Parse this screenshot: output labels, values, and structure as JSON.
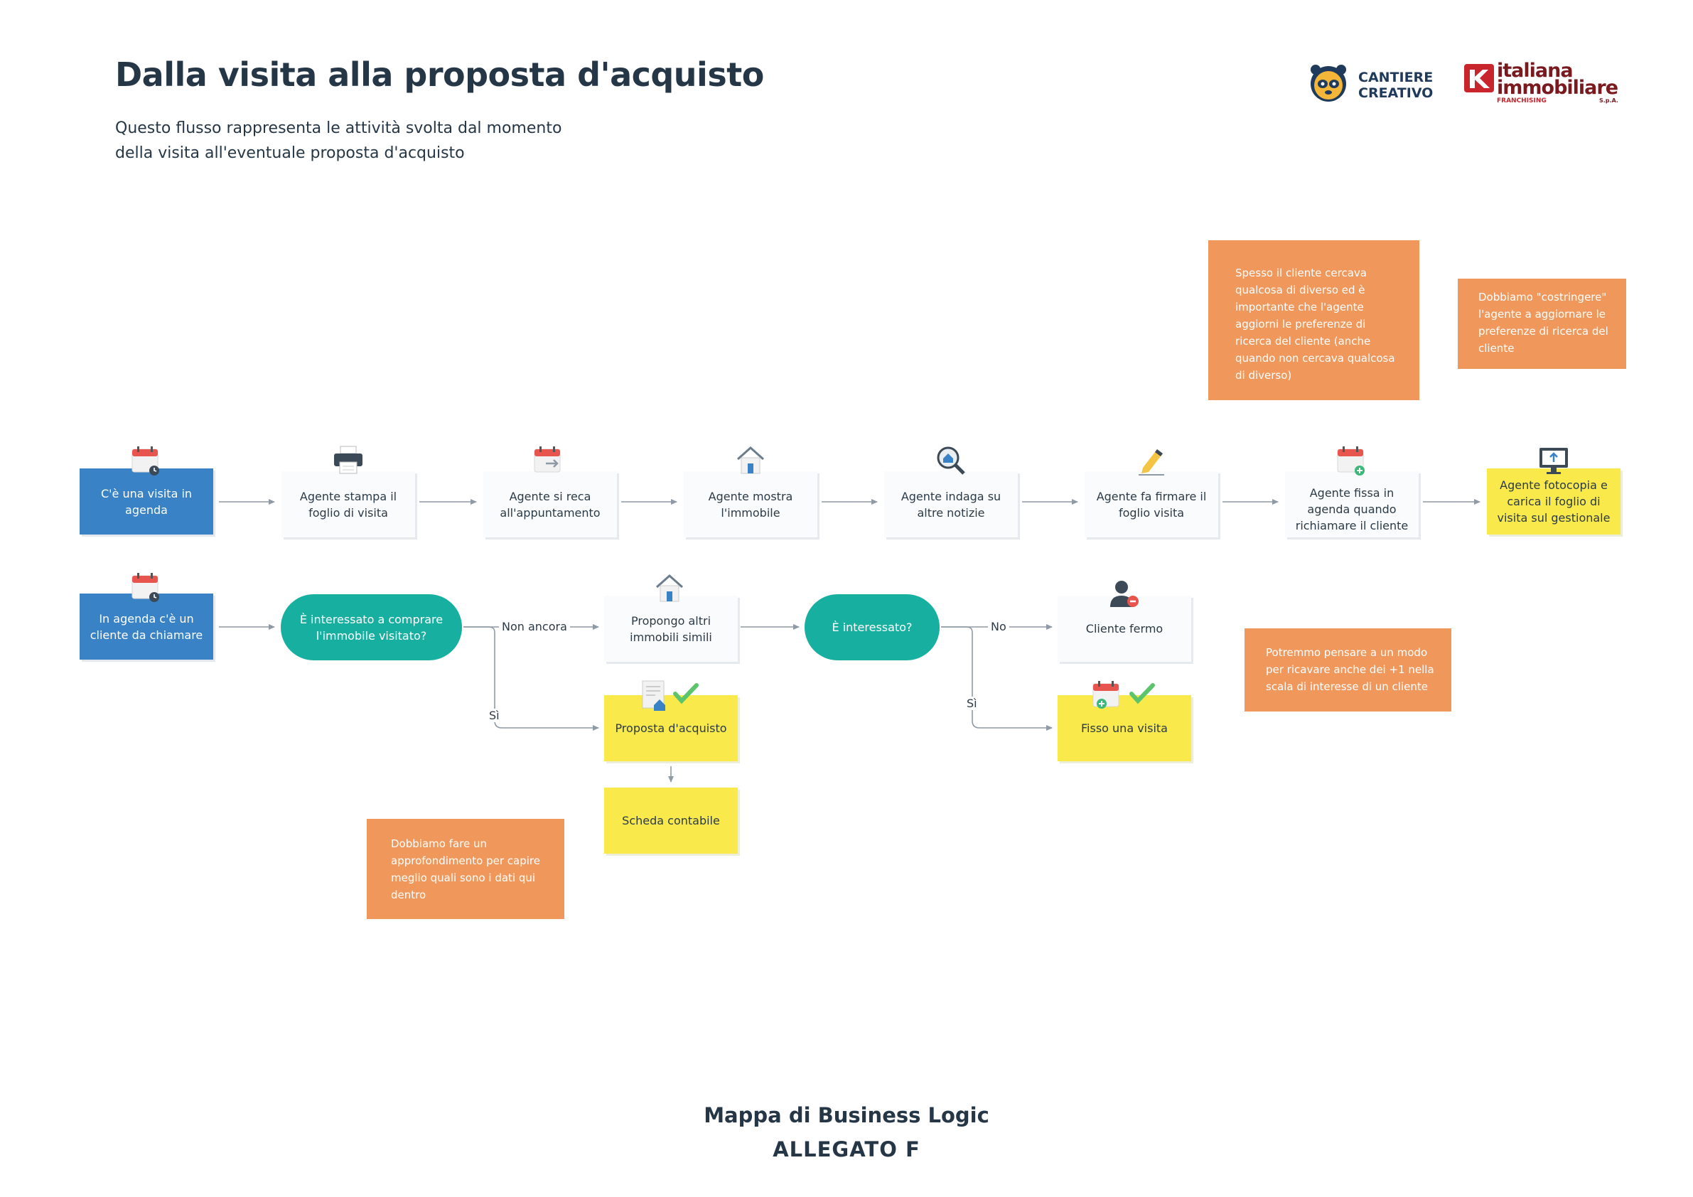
{
  "header": {
    "title": "Dalla visita alla proposta d'acquisto",
    "subtitle_line1": "Questo flusso rappresenta le attività svolta dal momento",
    "subtitle_line2": "della visita all'eventuale proposta d'acquisto"
  },
  "logos": {
    "cantiere_line1": "CANTIERE",
    "cantiere_line2": "CREATIVO",
    "italiana_line1": "italiana",
    "italiana_line2": "immobiliare",
    "italiana_line3": "FRANCHISING",
    "italiana_line4": "S.p.A."
  },
  "flow1": {
    "n1": "C'è una visita in agenda",
    "n2": "Agente stampa il foglio di visita",
    "n3": "Agente si reca all'appuntamento",
    "n4": "Agente mostra l'immobile",
    "n5": "Agente indaga su altre notizie",
    "n6": "Agente fa firmare il foglio visita",
    "n7": "Agente fissa in agenda quando richiamare il cliente",
    "n8": "Agente fotocopia e carica il foglio di visita sul gestionale"
  },
  "flow2": {
    "start": "In agenda c'è un cliente da chiamare",
    "decision1": "È interessato a comprare l'immobile visitato?",
    "label_non_ancora": "Non ancora",
    "label_si_1": "Sì",
    "propongo": "Propongo altri immobili simili",
    "proposta": "Proposta d'acquisto",
    "scheda": "Scheda contabile",
    "decision2": "È interessato?",
    "label_no": "No",
    "label_si_2": "Sì",
    "cliente_fermo": "Cliente fermo",
    "fisso_visita": "Fisso una visita"
  },
  "notes": {
    "note1": "Spesso il cliente cercava qualcosa di diverso ed è importante che l'agente aggiorni le preferenze di ricerca del cliente (anche quando non cercava qualcosa di diverso)",
    "note2": "Dobbiamo \"costringere\" l'agente a aggiornare le preferenze di ricerca del cliente",
    "note3": "Potremmo pensare a un modo per ricavare anche dei +1 nella scala di interesse di un cliente",
    "note4": "Dobbiamo fare un approfondimento per capire meglio quali sono i dati qui dentro"
  },
  "footer": {
    "line1": "Mappa di Business Logic",
    "line2": "ALLEGATO F"
  },
  "colors": {
    "blue": "#3a82c6",
    "teal": "#17b0a0",
    "yellow": "#f9e94a",
    "orange_note": "#f0985c",
    "connector": "#8e9aa6"
  },
  "icons": {
    "n1": "calendar-clock-icon",
    "n2": "printer-icon",
    "n3": "calendar-arrow-icon",
    "n4": "house-icon",
    "n5": "magnifier-house-icon",
    "n6": "pen-sign-icon",
    "n7": "calendar-plus-icon",
    "n8": "monitor-upload-icon",
    "start": "calendar-clock-icon",
    "propongo": "house-icon",
    "proposta": "document-house-check-icon",
    "cliente_fermo": "user-minus-icon",
    "fisso_visita": "calendar-plus-check-icon"
  }
}
